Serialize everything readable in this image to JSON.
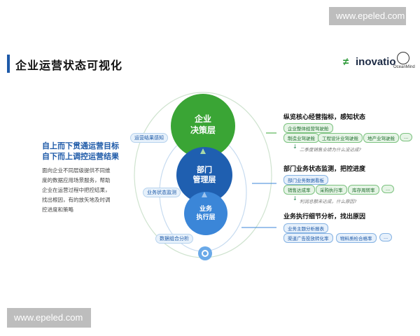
{
  "watermark": {
    "top": "www.epeled.com",
    "bottom": "www.epeled.com"
  },
  "page": {
    "title": "企业运营状态可视化"
  },
  "logos": {
    "brand": "inovatio",
    "secondary": "OceanMind"
  },
  "left_panel": {
    "headline_1": "自上而下贯通运营目标",
    "headline_2": "自下而上调控运营结果",
    "lines": [
      "面向企业不同层级提供不同维",
      "度的数据应用场景服务，帮助",
      "企业在运营过程中把控结果，",
      "找出根因，有的放矢地及时调",
      "控进度和策略"
    ]
  },
  "diagram": {
    "ring_labels": {
      "top": "运营结果感知",
      "middle": "业务状态监测",
      "bottom": "数据组合分析"
    },
    "circles": {
      "top": [
        "企业",
        "决策层"
      ],
      "middle": [
        "部门",
        "管理层"
      ],
      "bottom": [
        "业务",
        "执行层"
      ]
    },
    "icons": {
      "hub": "gear-icon"
    },
    "colors": {
      "green": "#3aa535",
      "blue": "#1f5fb0",
      "light_blue": "#3b86d8"
    }
  },
  "sections": [
    {
      "title": "纵览核心经营指标，感知状态",
      "chips_row1": [
        "企业整体经营驾驶舱"
      ],
      "chips_row2": [
        "制造业驾驶舱",
        "工程设计业驾驶舱",
        "地产业驾驶舱",
        "..."
      ],
      "note": "二季度销售业绩为什么没达成?"
    },
    {
      "title": "部门业务状态监测，把控进度",
      "chips_row1": [
        "部门业务数据看板"
      ],
      "chips_row2": [
        "销售达成率",
        "采购执行率",
        "库存周转率",
        "..."
      ],
      "note": "利润总额未达成，什么原因?"
    },
    {
      "title": "业务执行细节分析，找出原因",
      "chips_row1": [
        "业务主题分析报表"
      ],
      "chips_row2": [
        "渠道广告投放转化率",
        "物料质检合格率",
        "..."
      ],
      "note": ""
    }
  ]
}
